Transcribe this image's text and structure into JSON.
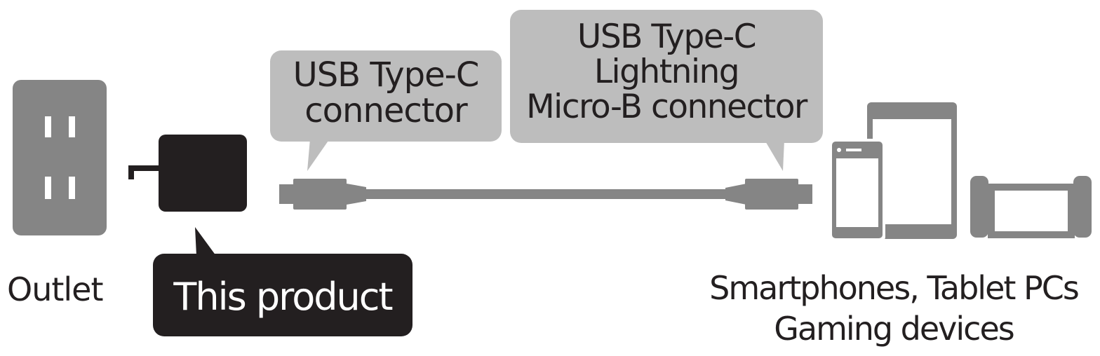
{
  "labels": {
    "outlet": "Outlet",
    "product": "This product",
    "devices_line1": "Smartphones, Tablet PCs",
    "devices_line2": "Gaming devices"
  },
  "callouts": {
    "left_line1": "USB Type-C",
    "left_line2": "connector",
    "right_line1": "USB Type-C",
    "right_line2": "Lightning",
    "right_line3": "Micro-B connector"
  },
  "colors": {
    "gray_fill": "#bdbdbd",
    "device_gray": "#858585",
    "dark": "#231f20",
    "product_text": "#ffffff"
  },
  "icons": [
    "outlet-icon",
    "charger-icon",
    "usb-c-plug-icon",
    "device-plug-icon",
    "tablet-icon",
    "smartphone-icon",
    "game-console-icon"
  ]
}
